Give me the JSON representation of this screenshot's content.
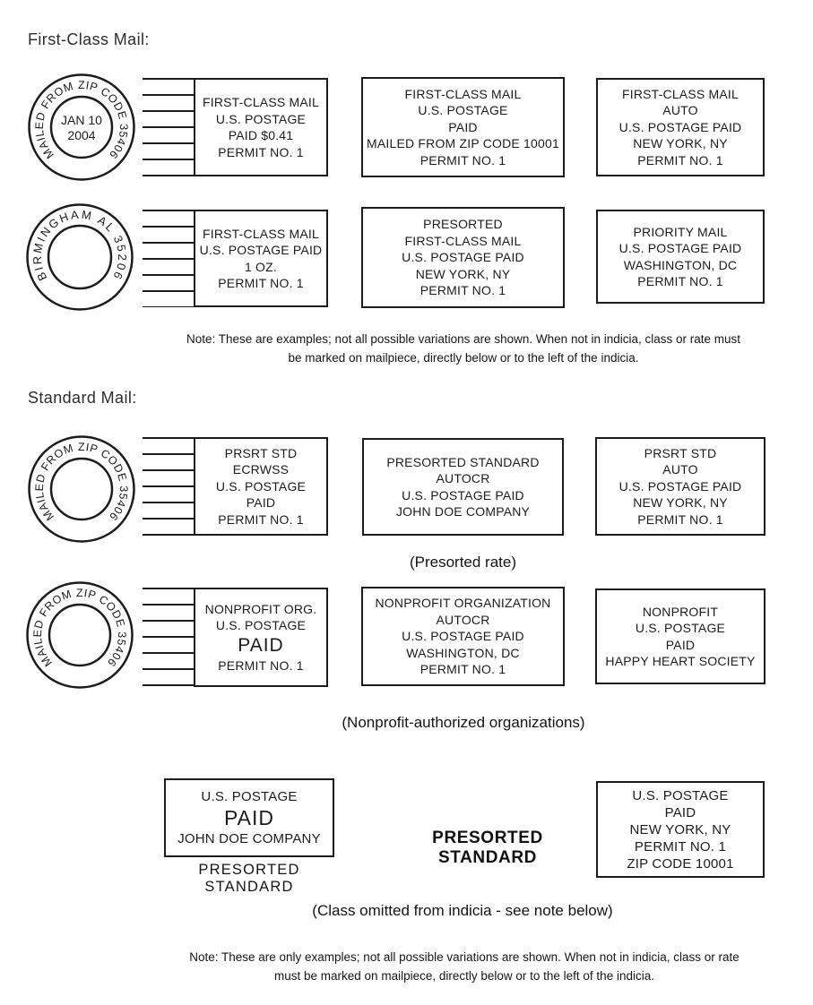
{
  "document": {
    "background": "#ffffff",
    "ink": "#1c1c1c"
  },
  "headings": {
    "first_class": "First-Class Mail:",
    "standard": "Standard Mail:"
  },
  "notes": {
    "first_class": "Note: These are examples; not all possible variations are shown. When not in indicia, class or rate must be marked on mailpiece, directly below or to the left of the indicia.",
    "standard": "Note: These are only examples; not all possible variations are shown. When not in indicia, class or rate must be marked on mailpiece, directly below or to the left of the indicia."
  },
  "captions": {
    "presorted_rate": "(Presorted rate)",
    "nonprofit_orgs": "(Nonprofit-authorized organizations)",
    "class_omitted": "(Class omitted from indicia - see note below)"
  },
  "postmarks": {
    "fc_row1": {
      "ring_text": "MAILED FROM ZIP CODE 35406",
      "center": [
        "JAN 10",
        "2004"
      ]
    },
    "fc_row2": {
      "ring_text": "BIRMINGHAM AL 35206"
    },
    "std_row1": {
      "ring_text": "MAILED FROM ZIP CODE 35406"
    },
    "std_row2": {
      "ring_text": "MAILED FROM ZIP CODE 35406"
    }
  },
  "indicia": {
    "fc_meter": {
      "lines": [
        "FIRST-CLASS MAIL",
        "U.S. POSTAGE",
        "PAID $0.41",
        "PERMIT NO. 1"
      ]
    },
    "fc_zip": {
      "lines": [
        "FIRST-CLASS MAIL",
        "U.S. POSTAGE",
        "PAID",
        "MAILED FROM ZIP CODE 10001",
        "PERMIT NO. 1"
      ]
    },
    "fc_auto": {
      "lines": [
        "FIRST-CLASS MAIL",
        "AUTO",
        "U.S. POSTAGE PAID",
        "NEW YORK, NY",
        "PERMIT NO. 1"
      ]
    },
    "fc_ounce": {
      "lines": [
        "FIRST-CLASS MAIL",
        "U.S. POSTAGE PAID",
        "1 OZ.",
        "PERMIT NO. 1"
      ]
    },
    "fc_presorted": {
      "lines": [
        "PRESORTED",
        "FIRST-CLASS MAIL",
        "U.S. POSTAGE PAID",
        "NEW YORK, NY",
        "PERMIT NO. 1"
      ]
    },
    "priority": {
      "lines": [
        "PRIORITY MAIL",
        "U.S. POSTAGE PAID",
        "WASHINGTON, DC",
        "PERMIT NO. 1"
      ]
    },
    "std_prsrt_ecrwss": {
      "lines": [
        "PRSRT STD",
        "ECRWSS",
        "U.S. POSTAGE",
        "PAID",
        "PERMIT NO. 1"
      ]
    },
    "std_autocr": {
      "lines": [
        "PRESORTED STANDARD",
        "AUTOCR",
        "U.S. POSTAGE PAID",
        "JOHN DOE COMPANY"
      ]
    },
    "std_auto": {
      "lines": [
        "PRSRT STD",
        "AUTO",
        "U.S. POSTAGE PAID",
        "NEW YORK, NY",
        "PERMIT NO. 1"
      ]
    },
    "np_org": {
      "lines": [
        "NONPROFIT ORG.",
        "U.S. POSTAGE",
        "PAID",
        "PERMIT NO. 1"
      ]
    },
    "np_autocr": {
      "lines": [
        "NONPROFIT ORGANIZATION",
        "AUTOCR",
        "U.S. POSTAGE PAID",
        "WASHINGTON, DC",
        "PERMIT NO. 1"
      ]
    },
    "np_society": {
      "lines": [
        "NONPROFIT",
        "U.S. POSTAGE",
        "PAID",
        "HAPPY HEART SOCIETY"
      ]
    },
    "company_paid": {
      "lines": [
        "U.S. POSTAGE",
        "PAID",
        "JOHN DOE COMPANY"
      ],
      "below_label": "PRESORTED STANDARD"
    },
    "class_marked_beside": "PRESORTED STANDARD",
    "zip_permit": {
      "lines": [
        "U.S. POSTAGE",
        "PAID",
        "NEW YORK, NY",
        "PERMIT NO. 1",
        "ZIP CODE 10001"
      ]
    }
  }
}
